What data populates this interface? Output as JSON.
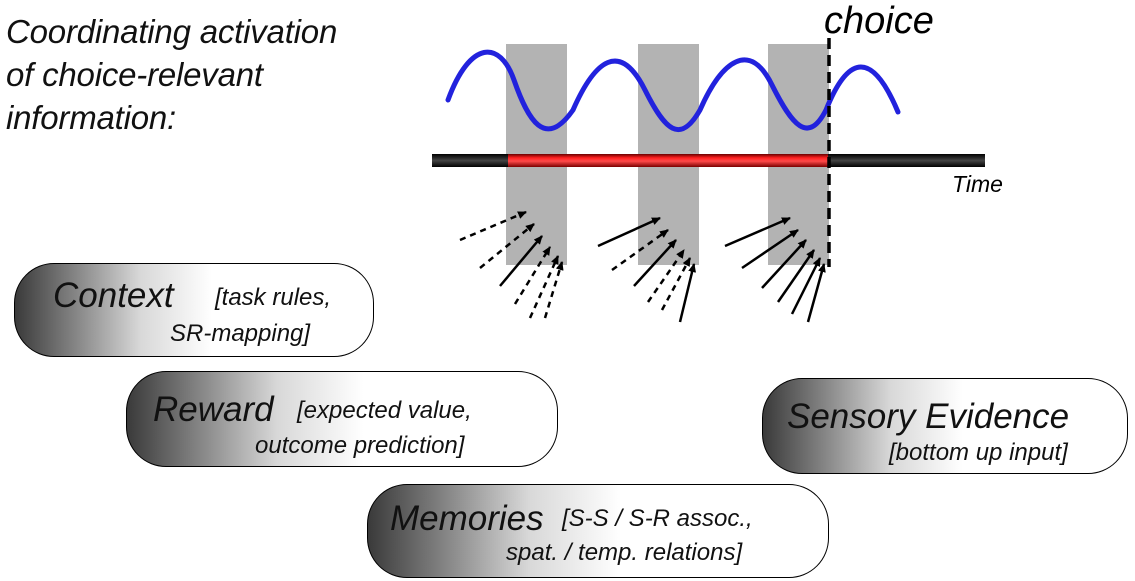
{
  "title": {
    "line1": "Coordinating activation",
    "line2": "of choice-relevant",
    "line3": "information:"
  },
  "timeline": {
    "choice_label": "choice",
    "time_label": "Time",
    "colors": {
      "wave": "#2222dd",
      "active_bar": "#ee1111",
      "bar": "#1a1a1a",
      "window": "#b3b3b3"
    }
  },
  "boxes": {
    "context": {
      "main": "Context",
      "detail1": "[task rules,",
      "detail2": "SR-mapping]"
    },
    "reward": {
      "main": "Reward",
      "detail1": "[expected value,",
      "detail2": "outcome prediction]"
    },
    "sensory": {
      "main": "Sensory Evidence",
      "detail1": "[bottom up input]"
    },
    "memories": {
      "main": "Memories",
      "detail1": "[S-S / S-R assoc.,",
      "detail2": "spat. / temp. relations]"
    }
  }
}
